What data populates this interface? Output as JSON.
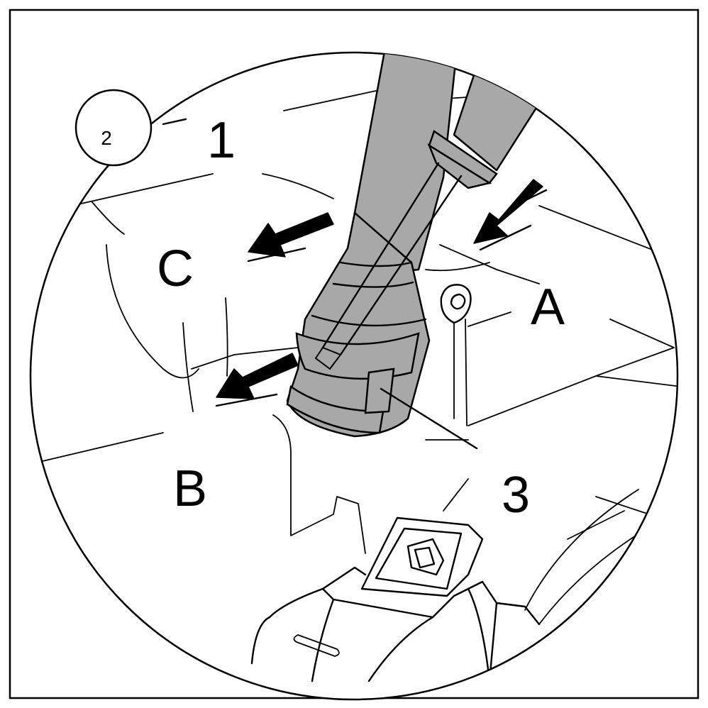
{
  "step_badge": "2",
  "callouts": {
    "one": "1",
    "three": "3"
  },
  "direction_labels": {
    "a": "A",
    "b": "B",
    "c": "C"
  },
  "colors": {
    "tool_fill": "#a8a8a8",
    "line": "#000000",
    "background": "#ffffff"
  }
}
